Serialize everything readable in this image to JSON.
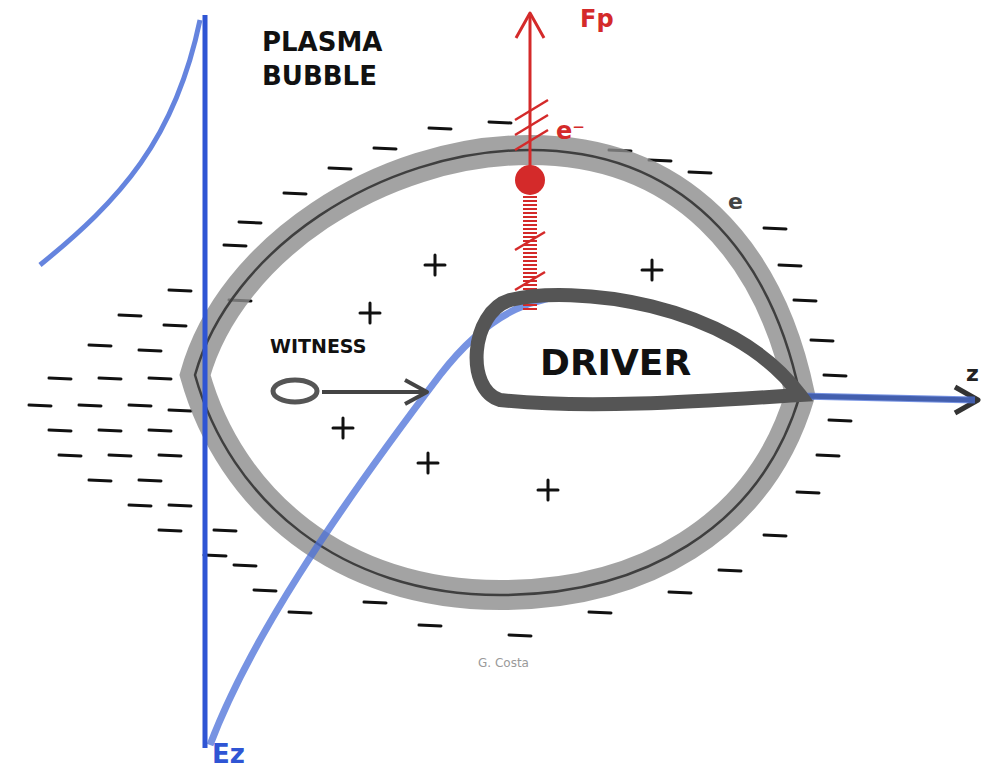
{
  "diagram": {
    "nodes": [
      {
        "text": [
          "WITNESS"
        ]
      },
      {
        "text": [
          "DRIVER"
        ]
      }
    ],
    "labels": [
      "PLASMA BUBBLE",
      "Fp",
      "e⁻",
      "e",
      "z",
      "Ez",
      "G. Costa"
    ]
  }
}
